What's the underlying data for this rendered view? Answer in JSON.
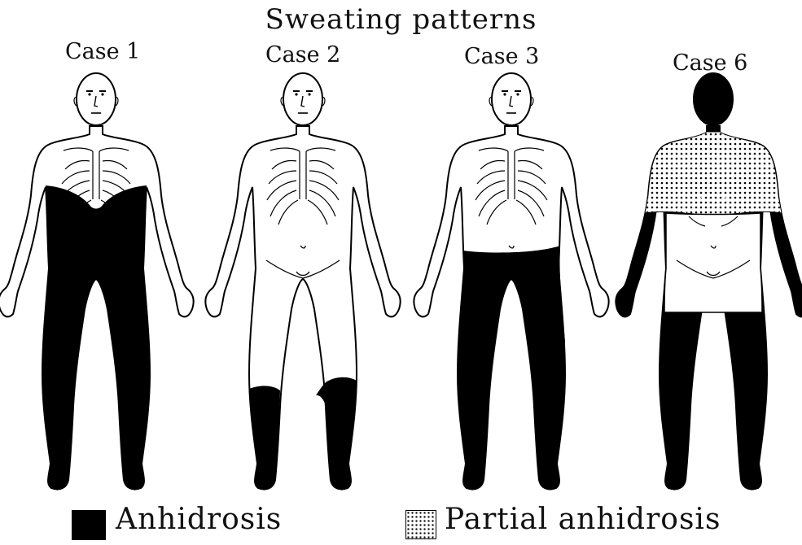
{
  "title": "Sweating patterns",
  "cases": [
    {
      "label": "Case 1",
      "pattern": "anhidrosis below lower chest (trunk and legs)"
    },
    {
      "label": "Case 2",
      "pattern": "anhidrosis of lower legs"
    },
    {
      "label": "Case 3",
      "pattern": "anhidrosis from waist down"
    },
    {
      "label": "Case 6",
      "pattern": "anhidrosis of head, arms and legs; partial anhidrosis of upper chest and upper arms"
    }
  ],
  "legend": {
    "anhidrosis": "Anhidrosis",
    "partial": "Partial anhidrosis"
  },
  "colors": {
    "anhidrosis": "#000000",
    "partial_dots": "#000000",
    "skin": "#ffffff"
  }
}
